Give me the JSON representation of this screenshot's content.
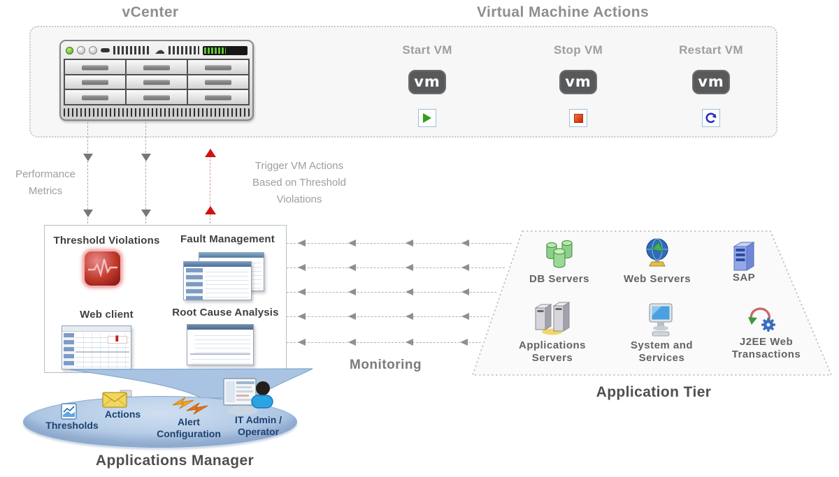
{
  "vcenter": {
    "title": "vCenter"
  },
  "vm_actions": {
    "title": "Virtual Machine Actions",
    "items": [
      {
        "label": "Start VM",
        "badge": "vm",
        "icon": "play-icon"
      },
      {
        "label": "Stop VM",
        "badge": "vm",
        "icon": "stop-icon"
      },
      {
        "label": "Restart VM",
        "badge": "vm",
        "icon": "restart-icon"
      }
    ]
  },
  "annotations": {
    "performance_metrics": [
      "Performance",
      "Metrics"
    ],
    "trigger": [
      "Trigger VM Actions",
      "Based on Threshold",
      "Violations"
    ],
    "monitoring": "Monitoring"
  },
  "manager_box": {
    "items": [
      {
        "label": "Threshold Violations",
        "icon": "threshold-violations-icon"
      },
      {
        "label": "Fault Management",
        "icon": "fault-management-screenshot"
      },
      {
        "label": "Web client",
        "icon": "web-client-screenshot"
      },
      {
        "label": "Root Cause Analysis",
        "icon": "root-cause-analysis-screenshot"
      }
    ]
  },
  "applications_manager": {
    "title": "Applications Manager",
    "items": [
      {
        "lines": [
          "Thresholds"
        ],
        "icon": "thresholds-icon"
      },
      {
        "lines": [
          "Actions"
        ],
        "icon": "actions-envelope-icon"
      },
      {
        "lines": [
          "Alert",
          "Configuration"
        ],
        "icon": "alert-configuration-icon"
      },
      {
        "lines": [
          "IT Admin /",
          "Operator"
        ],
        "icon": "it-admin-icon"
      }
    ]
  },
  "application_tier": {
    "title": "Application Tier",
    "items": [
      {
        "lines": [
          "DB Servers"
        ],
        "icon": "db-servers-icon"
      },
      {
        "lines": [
          "Web Servers"
        ],
        "icon": "web-servers-icon"
      },
      {
        "lines": [
          "SAP"
        ],
        "icon": "sap-icon"
      },
      {
        "lines": [
          "Applications",
          "Servers"
        ],
        "icon": "applications-servers-icon"
      },
      {
        "lines": [
          "System and",
          "Services"
        ],
        "icon": "system-services-icon"
      },
      {
        "lines": [
          "J2EE Web",
          "Transactions"
        ],
        "icon": "j2ee-web-transactions-icon"
      }
    ]
  },
  "colors": {
    "vm_badge_bg": "#58595b",
    "play_green": "#2e9f1f",
    "stop_red": "#d92b07",
    "restart_blue": "#2b2bc0",
    "trigger_arrow_red": "#cf1212",
    "ellipse_blue": "#b2cae6",
    "navy_label": "#1e4070",
    "threshold_icon_red": "#c0392b"
  }
}
